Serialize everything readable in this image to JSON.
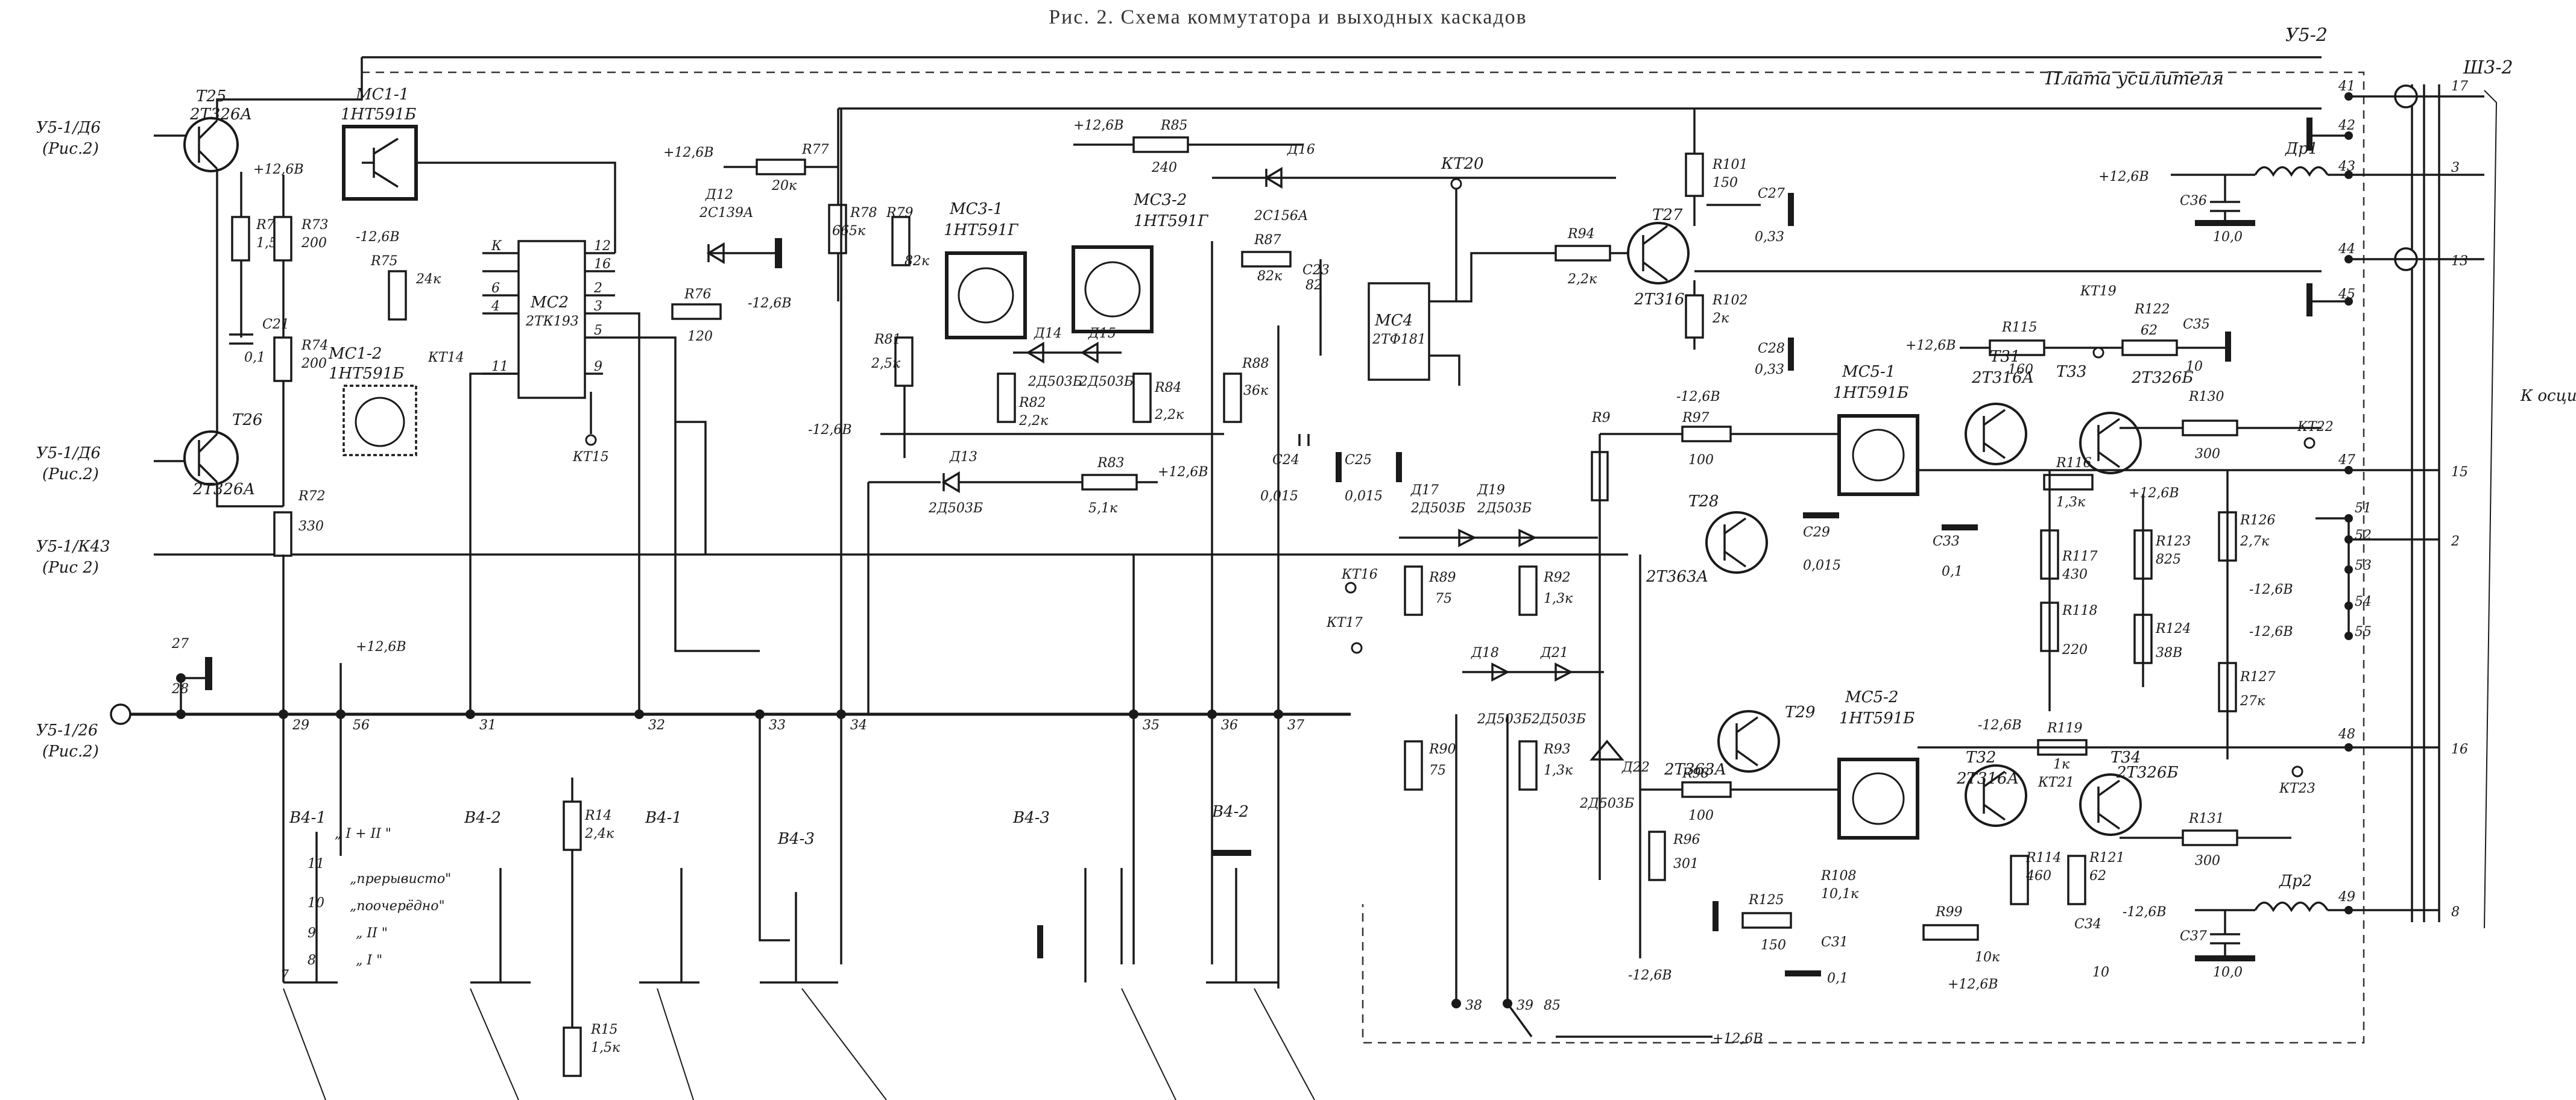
{
  "caption": "Рис. 2. Схема коммутатора и выходных каскадов",
  "header_right": "У5-2",
  "connector_label": "Ш3-2",
  "board_label": "Плата усилителя",
  "side_label": "К осцил-лог-рафу",
  "inputs": {
    "in1_a": "У5-1/Д6",
    "in1_b": "(Рис.2)",
    "in2_a": "У5-1/Д6",
    "in2_b": "(Рис.2)",
    "in3_a": "У5-1/К43",
    "in3_b": "(Рис 2)",
    "in4_a": "У5-1/26",
    "in4_b": "(Рис.2)"
  },
  "supply": {
    "p126": "+12,6В",
    "m126": "-12,6В"
  },
  "transistors": {
    "t25": "Т25",
    "t25p": "2Т326А",
    "t26": "Т26",
    "t26p": "2Т326А",
    "t27": "Т27",
    "t27p": "2Т316",
    "t28": "Т28",
    "t28p": "2Т363А",
    "t29": "Т29",
    "t29p": "2Т363А",
    "t31": "Т31",
    "t31p": "2Т316А",
    "t33": "Т33",
    "t33p": "2Т326Б",
    "t32": "Т32",
    "t32p": "2Т316А",
    "t34": "Т34",
    "t34p": "2Т326Б"
  },
  "ics": {
    "mc1_1": "МС1-1",
    "mc1_1p": "1НТ591Б",
    "mc1_2": "МС1-2",
    "mc1_2p": "1НТ591Б",
    "mc2": "МС2",
    "mc2p": "2ТК193",
    "mc3_1": "МС3-1",
    "mc3_1p": "1НТ591Г",
    "mc3_2": "МС3-2",
    "mc3_2p": "1НТ591Г",
    "mc4": "МС4",
    "mc4p": "2ТФ181",
    "mc5_1": "МС5-1",
    "mc5_1p": "1НТ591Б",
    "mc5_2": "МС5-2",
    "mc5_2p": "1НТ591Б"
  },
  "resistors": {
    "r71": "R71",
    "r71v": "1,5к",
    "r73": "R73",
    "r73v": "200",
    "r74": "R74",
    "r74v": "200",
    "r72": "R72",
    "r72v": "330",
    "r75": "R75",
    "r75v": "24к",
    "r76": "R76",
    "r76v": "120",
    "r77": "R77",
    "r77v": "20к",
    "r78": "R78",
    "r78v": "665к",
    "r79": "R79",
    "r79v": "82к",
    "r81": "R81",
    "r81v": "2,5к",
    "r82": "R82",
    "r82v": "2,2к",
    "r84": "R84",
    "r84v": "2,2к",
    "r83": "R83",
    "r83v": "5,1к",
    "r85": "R85",
    "r85v": "240",
    "r87": "R87",
    "r87v": "82к",
    "r88": "R88",
    "r88v": "36к",
    "r94": "R94",
    "r94v": "2,2к",
    "r101": "R101",
    "r101v": "150",
    "r102": "R102",
    "r102v": "2к",
    "r89": "R89",
    "r89v": "75",
    "r92": "R92",
    "r92v": "1,3к",
    "r90": "R90",
    "r90v": "75",
    "r93": "R93",
    "r93v": "1,3к",
    "r96": "R96",
    "r96v": "301",
    "r97": "R97",
    "r97v": "100",
    "r98": "R98",
    "r98v": "100",
    "r115": "R115",
    "r115v": "160",
    "r122": "R122",
    "r122v": "62",
    "r130": "R130",
    "r130v": "300",
    "r131": "R131",
    "r131v": "300",
    "r126": "R126",
    "r126v": "2,7к",
    "r127": "R127",
    "r127v": "27к",
    "r117": "R117",
    "r117v": "430",
    "r118": "R118",
    "r118v": "220",
    "r123": "R123",
    "r123v": "825",
    "r124": "R124",
    "r124v": "38В",
    "r119": "R119",
    "r119v": "1к",
    "r114": "R114",
    "r114v": "460",
    "r121": "R121",
    "r121v": "62",
    "r125": "R125",
    "r125v": "150",
    "r108": "R108",
    "r108v": "10,1к",
    "r99": "R99",
    "r99v": "10к",
    "r116": "R116",
    "r116v": "1,3к",
    "r14": "R14",
    "r14v": "2,4к",
    "r15": "R15",
    "r15v": "1,5к"
  },
  "capacitors": {
    "c21": "С21",
    "c21v": "0,1",
    "c27": "С27",
    "c27v": "0,33",
    "c28": "С28",
    "c28v": "0,33",
    "c36": "С36",
    "c36v": "10,0",
    "c37": "С37",
    "c37v": "10,0",
    "c35": "С35",
    "c35v": "10",
    "c29": "С29",
    "c29v": "0,015",
    "c24": "С24",
    "c24v": "0,015",
    "c25": "С25",
    "c25v": "0,015",
    "c33": "С33",
    "c33v": "0,1",
    "c31": "С31",
    "c31v": "0,1",
    "c34": "С34",
    "c34v": "10"
  },
  "diodes": {
    "d12": "Д12",
    "d12p": "2С139А",
    "d16": "Д16",
    "d16p": "2С156А",
    "d13": "Д13",
    "d13p": "2Д503Б",
    "d14": "Д14",
    "d14p": "2Д503Б",
    "d15": "Д15",
    "d15p": "2Д503Б",
    "d17": "Д17",
    "d17p": "2Д503Б",
    "d19": "Д19",
    "d19p": "2Д503Б",
    "d18": "Д18",
    "d18p": "2Д503Б",
    "d21": "Д21",
    "d21p": "2Д503Б",
    "d22": "Д22",
    "d22p": "2Д503Б"
  },
  "inductors": {
    "dr1": "Др1",
    "dr2": "Др2"
  },
  "testpoints": {
    "kt14": "КТ14",
    "kt15": "КТ15",
    "kt16": "КТ16",
    "kt17": "КТ17",
    "kt19": "КТ19",
    "kt20": "КТ20",
    "kt21": "КТ21",
    "kt22": "КТ22",
    "kt23": "КТ23"
  },
  "nodes": [
    "27",
    "28",
    "29",
    "56",
    "31",
    "32",
    "33",
    "34",
    "35",
    "36",
    "37",
    "38",
    "39",
    "85"
  ],
  "pins": [
    "41",
    "42",
    "43",
    "44",
    "45",
    "47",
    "51",
    "52",
    "53",
    "54",
    "55",
    "48",
    "49"
  ],
  "connector_pins": [
    "17",
    "3",
    "13",
    "15",
    "2",
    "16",
    "8"
  ],
  "switches": {
    "b41": "В4-1",
    "b42": "В4-2",
    "b43": "В4-3",
    "mode1": "„прерывисто\"",
    "mode2": "„поочерёдно\"",
    "mode3": "„ II \"",
    "mode4": "„ I \"",
    "mode0": "„ I + II \""
  }
}
